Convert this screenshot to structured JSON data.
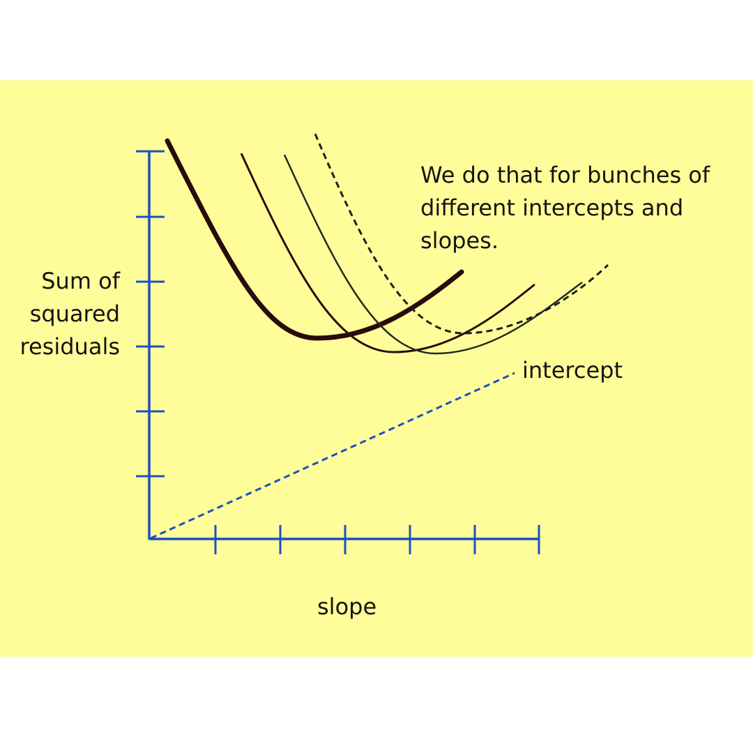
{
  "diagram": {
    "y_axis_label_lines": [
      "Sum of",
      "squared",
      "residuals"
    ],
    "x_axis_label": "slope",
    "intercept_axis_label": "intercept",
    "annotation_lines": [
      "We do that for bunches of",
      "different intercepts and",
      "slopes."
    ],
    "axis_ticks": {
      "y": 6,
      "x": 6
    },
    "curves": [
      {
        "style": "thick-solid"
      },
      {
        "style": "solid"
      },
      {
        "style": "solid"
      },
      {
        "style": "dashed"
      }
    ],
    "colors": {
      "background": "#fffd99",
      "axes": "#1a4fc4",
      "intercept_axis": "#1a4fc4",
      "curves": "#2a0b0b",
      "text": "#141414"
    }
  }
}
